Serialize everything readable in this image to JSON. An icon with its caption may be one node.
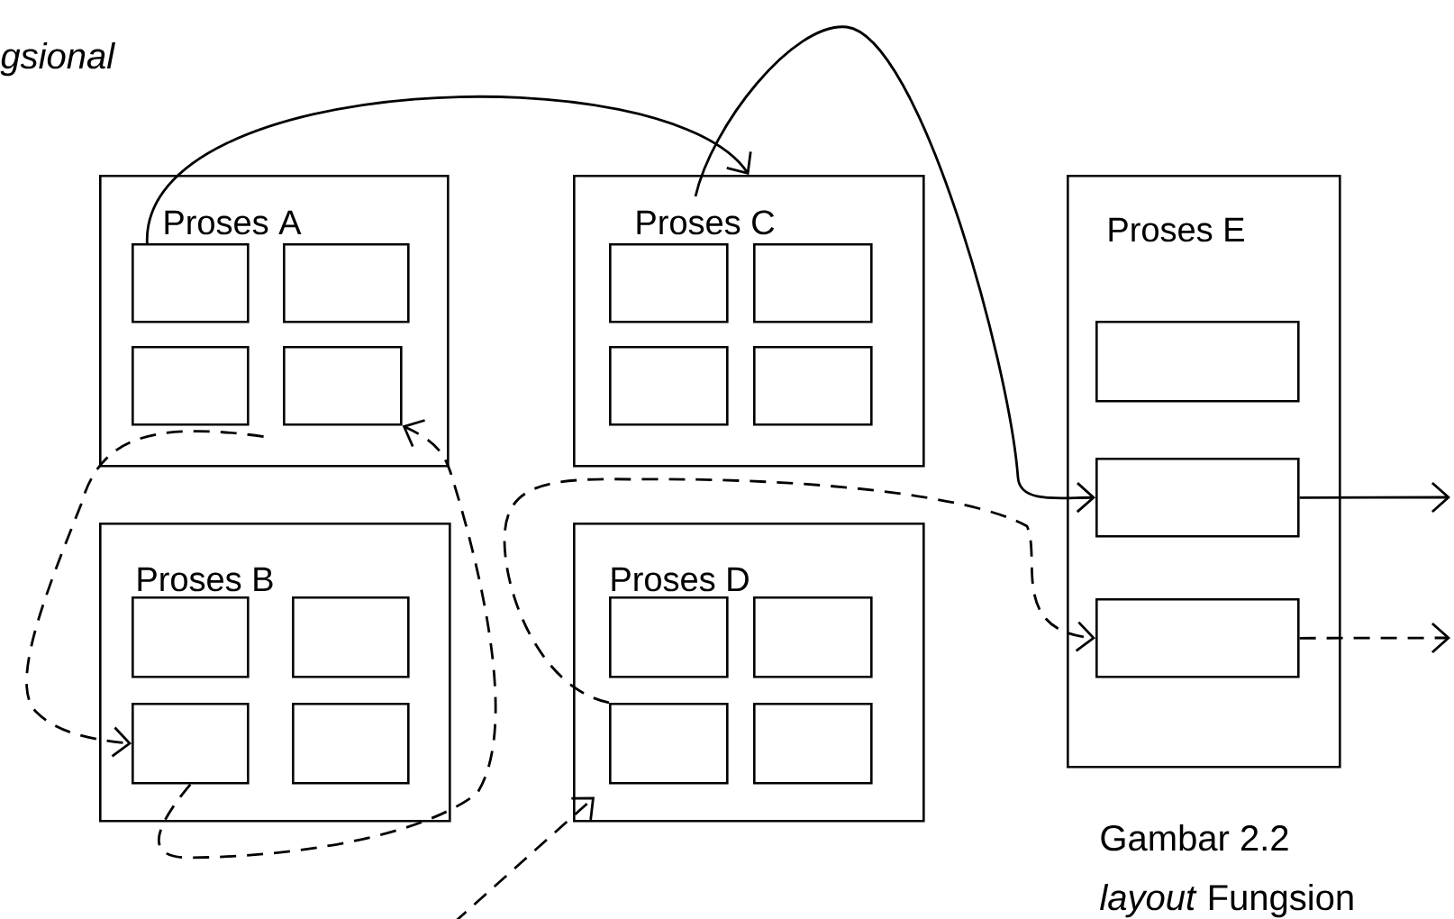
{
  "diagram": {
    "nodes": [
      {
        "text": [
          "Proses A"
        ]
      },
      {
        "text": [],
        "shape": "box",
        "in": 0
      },
      {
        "text": [],
        "shape": "box",
        "in": 0
      },
      {
        "text": [],
        "shape": "box",
        "in": 0
      },
      {
        "text": [],
        "shape": "box",
        "in": 0
      },
      {
        "text": [
          "Proses C"
        ]
      },
      {
        "text": [],
        "shape": "box",
        "in": 5
      },
      {
        "text": [],
        "shape": "box",
        "in": 5
      },
      {
        "text": [],
        "shape": "box",
        "in": 5
      },
      {
        "text": [],
        "shape": "box",
        "in": 5
      },
      {
        "text": [
          "Proses E"
        ]
      },
      {
        "text": [],
        "shape": "box",
        "in": 10
      },
      {
        "text": [],
        "shape": "box",
        "in": 10
      },
      {
        "text": [],
        "shape": "box",
        "in": 10
      },
      {
        "text": [
          "Proses B"
        ]
      },
      {
        "text": [],
        "shape": "box",
        "in": 14
      },
      {
        "text": [],
        "shape": "box",
        "in": 14
      },
      {
        "text": [],
        "shape": "box",
        "in": 14
      },
      {
        "text": [],
        "shape": "box",
        "in": 14
      },
      {
        "text": [
          "Proses D"
        ]
      },
      {
        "text": [],
        "shape": "box",
        "in": 19
      },
      {
        "text": [],
        "shape": "box",
        "in": 19
      },
      {
        "text": [],
        "shape": "box",
        "in": 19
      },
      {
        "text": [],
        "shape": "box",
        "in": 19
      }
    ],
    "edges": [
      {
        "from": 1,
        "to": 5,
        "arrow": "to"
      },
      {
        "from": 5,
        "to": 12,
        "arrow": "to"
      },
      {
        "from": 3,
        "to": 17,
        "arrow": "to",
        "style": "dashed"
      },
      {
        "from": 17,
        "to": 4,
        "arrow": "to",
        "style": "dashed"
      },
      {
        "from": 22,
        "to": 13,
        "arrow": "to",
        "style": "dashed"
      },
      {
        "from": null,
        "to": 19,
        "arrow": "to",
        "style": "dashed"
      },
      {
        "from": 12,
        "to": null,
        "arrow": "to"
      },
      {
        "from": 13,
        "to": null,
        "arrow": "to",
        "style": "dashed"
      }
    ],
    "labels": [
      "gsional",
      "Gambar 2.2",
      "*layout* Fungsion"
    ]
  }
}
